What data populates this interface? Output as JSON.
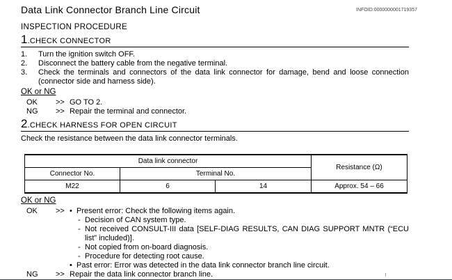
{
  "page": {
    "title": "Data Link Connector Branch Line Circuit",
    "infoid": "INFOID:0000000001719357",
    "procedure_heading": "INSPECTION PROCEDURE"
  },
  "colors": {
    "background": "#ffffff",
    "text": "#000000",
    "bottom_rule": "#3d414b"
  },
  "step1": {
    "number": "1",
    "dot": ".",
    "title": "CHECK CONNECTOR",
    "items": [
      {
        "num": "1.",
        "text": "Turn the ignition switch OFF."
      },
      {
        "num": "2.",
        "text": "Disconnect the battery cable from the negative terminal."
      },
      {
        "num": "3.",
        "text": "Check the terminals and connectors of the data link connector for damage, bend and loose connection (connector side and harness side)."
      }
    ],
    "ok_or_ng": "OK or NG",
    "results": [
      {
        "label": "OK",
        "arrow": ">>",
        "text": "GO TO 2."
      },
      {
        "label": "NG",
        "arrow": ">>",
        "text": "Repair the terminal and connector."
      }
    ]
  },
  "step2": {
    "number": "2",
    "dot": ".",
    "title": "CHECK HARNESS FOR OPEN CIRCUIT",
    "intro": "Check the resistance between the data link connector terminals.",
    "table": {
      "group_header": "Data link connector",
      "resistance_header": "Resistance (Ω)",
      "col_connector": "Connector No.",
      "col_terminal": "Terminal No.",
      "row": {
        "connector": "M22",
        "terminal1": "6",
        "terminal2": "14",
        "resistance": "Approx. 54 – 66"
      }
    },
    "ok_or_ng": "OK or NG",
    "ok": {
      "label": "OK",
      "arrow": ">>",
      "bullet_marker": "•",
      "dash_marker": "-",
      "present_bullet": "Present error: Check the following items again.",
      "sub_items": [
        "Decision of CAN system type.",
        "Not received CONSULT-III data [SELF-DIAG RESULTS, CAN DIAG SUPPORT MNTR (“ECU list” included)].",
        "Not copied from on-board diagnosis.",
        "Procedure for detecting root cause."
      ],
      "past_bullet": "Past error: Error was detected in the data link connector branch line circuit."
    },
    "ng": {
      "label": "NG",
      "arrow": ">>",
      "text": "Repair the data link connector branch line."
    }
  }
}
